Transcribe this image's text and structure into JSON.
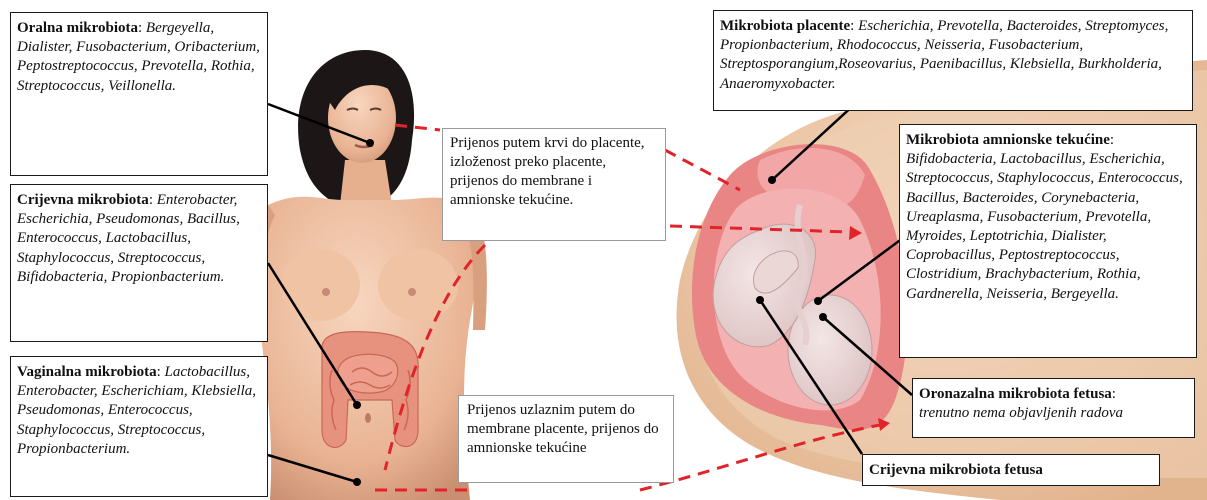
{
  "oral": {
    "title": "Oralna mikrobiota",
    "list": "Bergeyella, Dialister, Fusobacterium, Oribacterium, Peptostreptococcus, Prevotella, Rothia, Streptococcus, Veillonella."
  },
  "gut": {
    "title": "Crijevna mikrobiota",
    "list": "Enterobacter, Escherichia, Pseudomonas, Bacillus, Enterococcus, Lactobacillus, Staphylococcus, Streptococcus, Bifidobacteria, Propionbacterium."
  },
  "vaginal": {
    "title": "Vaginalna mikrobiota",
    "list": "Lactobacillus, Enterobacter, Escherichiam, Klebsiella, Pseudomonas, Enterococcus, Staphylococcus, Streptococcus, Propionbacterium."
  },
  "blood_transfer": {
    "text": "Prijenos putem krvi do placente, izloženost preko placente, prijenos do membrane i amnionske tekućine."
  },
  "ascending_transfer": {
    "text": "Prijenos uzlaznim putem do membrane placente, prijenos do amnionske tekućine"
  },
  "placenta": {
    "title": "Mikrobiota placente",
    "list": "Escherichia, Prevotella, Bacteroides, Streptomyces, Propionbacterium, Rhodococcus, Neisseria, Fusobacterium, Streptosporangium,Roseovarius, Paenibacillus, Klebsiella, Burkholderia, Anaeromyxobacter."
  },
  "amniotic": {
    "title": "Mikrobiota amnionske tekućine",
    "list": "Bifidobacteria, Lactobacillus, Escherichia, Streptococcus, Staphylococcus, Enterococcus, Bacillus, Bacteroides, Corynebacteria, Ureaplasma, Fusobacterium, Prevotella, Myroides, Leptotrichia, Dialister, Coprobacillus, Peptostreptococcus, Clostridium, Brachybacterium, Rothia, Gardnerella, Neisseria, Bergeyella."
  },
  "fetal_oronasal": {
    "title": "Oronazalna mikrobiota fetusa",
    "list": "trenutno nema objavljenih radova"
  },
  "fetal_gut": {
    "title": "Crijevna mikrobiota fetusa"
  },
  "colors": {
    "skin": "#f2c9ad",
    "hair": "#1c1616",
    "uterus": "#e98585",
    "placenta": "#f2a6a6",
    "arrow": "#e0242a"
  }
}
